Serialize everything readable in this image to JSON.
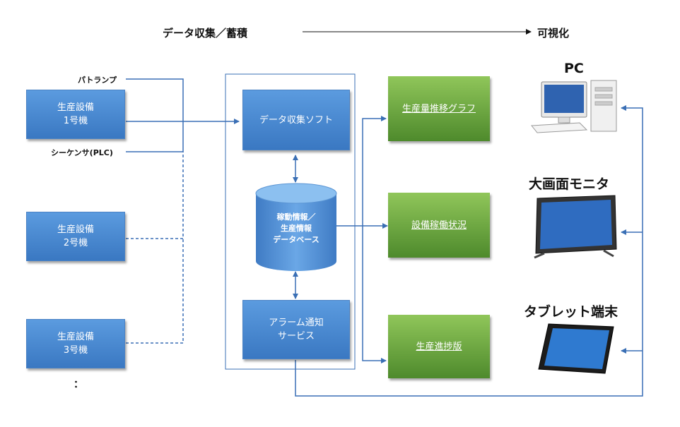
{
  "header": {
    "left": "データ収集／蓄積",
    "right": "可視化"
  },
  "equipment": [
    {
      "line1": "生産設備",
      "line2": "1号機"
    },
    {
      "line1": "生産設備",
      "line2": "2号機"
    },
    {
      "line1": "生産設備",
      "line2": "3号機"
    }
  ],
  "ellipsis": "：",
  "labels": {
    "patlamp": "パトランプ",
    "plc": "シーケンサ(PLC)"
  },
  "server": {
    "collector": "データ収集ソフト",
    "database": {
      "line1": "稼動情報／",
      "line2": "生産情報",
      "line3": "データベース"
    },
    "alarm": {
      "line1": "アラーム通知",
      "line2": "サービス"
    }
  },
  "outputs": [
    "生産量推移グラフ",
    "設備稼働状況",
    "生産進捗版"
  ],
  "devices": [
    "PC",
    "大画面モニタ",
    "タブレット端末"
  ],
  "colors": {
    "line": "#3a6fb5",
    "blue_box": "#4a88d0",
    "green_box": "#6aa63e"
  }
}
